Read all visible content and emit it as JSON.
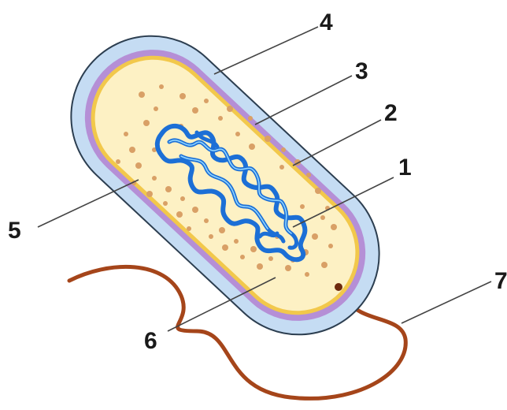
{
  "labels": {
    "n1": "1",
    "n2": "2",
    "n3": "3",
    "n4": "4",
    "n5": "5",
    "n6": "6",
    "n7": "7"
  },
  "colors": {
    "capsule": "#c5dcf3",
    "cell_wall": "#b58fd6",
    "membrane": "#f2c84b",
    "cytoplasm": "#fdf1c4",
    "ribosome": "#d9a066",
    "nucleoid": "#1c6fd6",
    "flagellum": "#a5451a",
    "outline": "#2c3e50"
  }
}
